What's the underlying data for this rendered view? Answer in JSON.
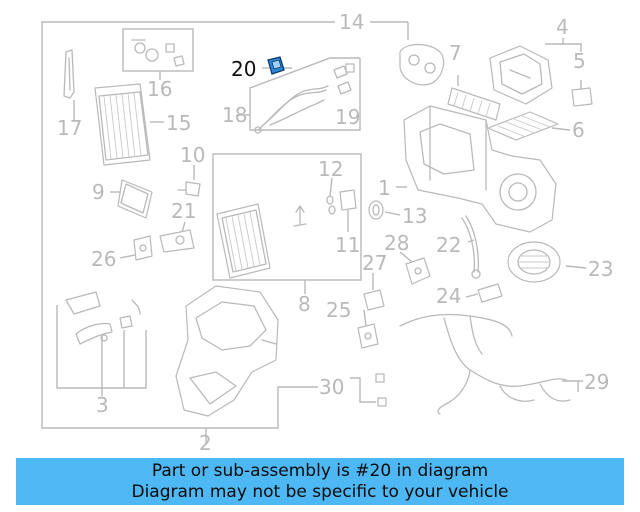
{
  "callouts": [
    {
      "id": "1",
      "label": "1"
    },
    {
      "id": "2",
      "label": "2"
    },
    {
      "id": "3",
      "label": "3"
    },
    {
      "id": "4",
      "label": "4"
    },
    {
      "id": "5",
      "label": "5"
    },
    {
      "id": "6",
      "label": "6"
    },
    {
      "id": "7",
      "label": "7"
    },
    {
      "id": "8",
      "label": "8"
    },
    {
      "id": "9",
      "label": "9"
    },
    {
      "id": "10",
      "label": "10"
    },
    {
      "id": "11",
      "label": "11"
    },
    {
      "id": "12",
      "label": "12"
    },
    {
      "id": "13",
      "label": "13"
    },
    {
      "id": "14",
      "label": "14"
    },
    {
      "id": "15",
      "label": "15"
    },
    {
      "id": "16",
      "label": "16"
    },
    {
      "id": "17",
      "label": "17"
    },
    {
      "id": "18",
      "label": "18"
    },
    {
      "id": "19",
      "label": "19"
    },
    {
      "id": "20",
      "label": "20",
      "highlighted": true
    },
    {
      "id": "21",
      "label": "21"
    },
    {
      "id": "22",
      "label": "22"
    },
    {
      "id": "23",
      "label": "23"
    },
    {
      "id": "24",
      "label": "24"
    },
    {
      "id": "25",
      "label": "25"
    },
    {
      "id": "26",
      "label": "26"
    },
    {
      "id": "27",
      "label": "27"
    },
    {
      "id": "28",
      "label": "28"
    },
    {
      "id": "29",
      "label": "29"
    },
    {
      "id": "30",
      "label": "30"
    }
  ],
  "colors": {
    "line": "#b9b9b9",
    "highlight_label": "#111111",
    "highlight_part": "#2f86d6",
    "banner_bg": "#4db8f3",
    "banner_text": "#0a0a0a"
  },
  "banner": {
    "line1": "Part or sub-assembly is #20 in diagram",
    "line2": "Diagram may not be specific to your vehicle"
  }
}
